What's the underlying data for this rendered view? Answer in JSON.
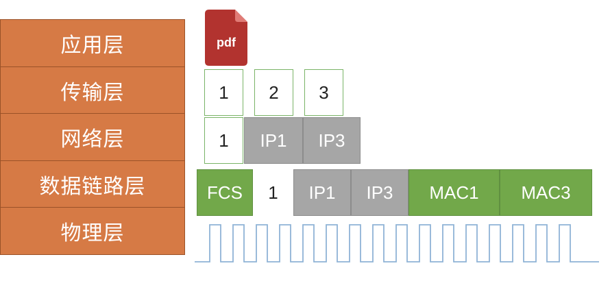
{
  "layers": [
    "应用层",
    "传输层",
    "网络层",
    "数据链路层",
    "物理层"
  ],
  "application": {
    "icon": "pdf-file-icon",
    "icon_label": "pdf"
  },
  "transport": {
    "segments": [
      "1",
      "2",
      "3"
    ]
  },
  "network": {
    "packet": [
      "1",
      "IP1",
      "IP3"
    ]
  },
  "datalink": {
    "frame": [
      "FCS",
      "1",
      "IP1",
      "IP3",
      "MAC1",
      "MAC3"
    ]
  },
  "physical": {
    "signal": "square-wave-icon"
  },
  "colors": {
    "layer_fill": "#d67a45",
    "gray": "#a6a6a6",
    "green": "#72a84a",
    "wave": "#8fb3d6",
    "pdf": "#b2332f"
  }
}
